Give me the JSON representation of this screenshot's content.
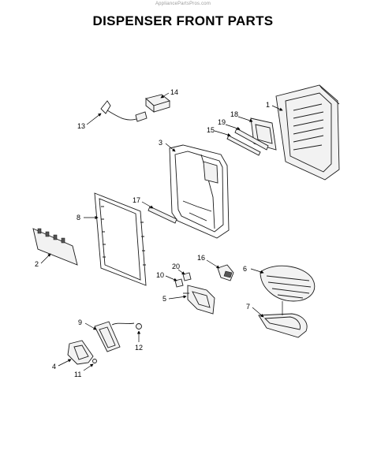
{
  "watermark": "AppliancePartsPros.com",
  "title": "DISPENSER FRONT PARTS",
  "callouts": [
    "1",
    "2",
    "3",
    "4",
    "5",
    "6",
    "7",
    "8",
    "9",
    "10",
    "11",
    "12",
    "13",
    "14",
    "15",
    "16",
    "17",
    "18",
    "19",
    "20"
  ]
}
